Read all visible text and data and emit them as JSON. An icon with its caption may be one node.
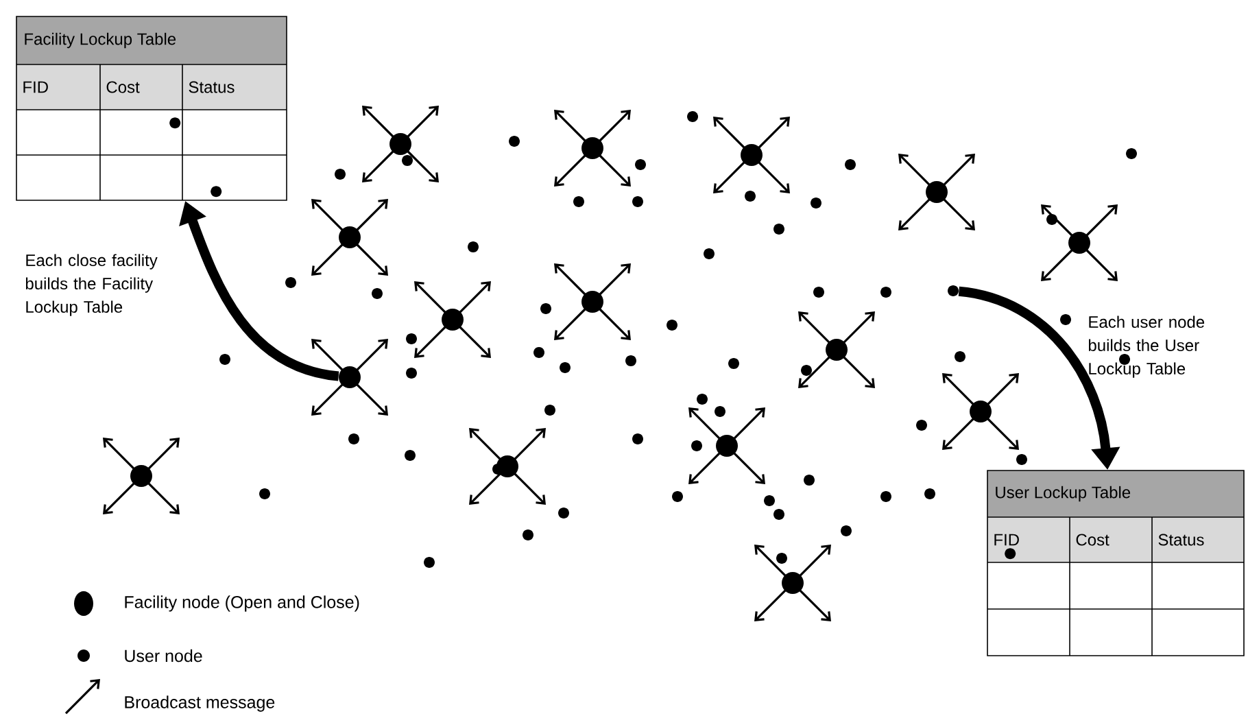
{
  "diagram": {
    "nodes": [
      {
        "text": [
          "Facility Lockup Table",
          "FID",
          "Cost",
          "Status"
        ]
      },
      {
        "text": [
          "User Lockup Table",
          "FID",
          "Cost",
          "Status"
        ]
      },
      {
        "text": [],
        "shape": "circle"
      },
      {
        "text": [],
        "shape": "circle",
        "in": 0
      },
      {
        "text": [],
        "shape": "circle",
        "in": 0
      },
      {
        "text": [],
        "shape": "circle"
      },
      {
        "text": [],
        "shape": "circle"
      },
      {
        "text": [],
        "shape": "circle"
      },
      {
        "text": [],
        "shape": "circle"
      },
      {
        "text": [],
        "shape": "circle"
      },
      {
        "text": [],
        "shape": "circle"
      },
      {
        "text": [],
        "shape": "circle"
      },
      {
        "text": [],
        "shape": "circle"
      },
      {
        "text": [],
        "shape": "circle"
      },
      {
        "text": [],
        "shape": "circle"
      },
      {
        "text": [],
        "shape": "circle"
      },
      {
        "text": [],
        "shape": "circle"
      },
      {
        "text": [],
        "shape": "circle"
      },
      {
        "text": [],
        "shape": "circle"
      },
      {
        "text": [],
        "shape": "circle"
      },
      {
        "text": [],
        "shape": "circle"
      },
      {
        "text": [],
        "shape": "circle"
      },
      {
        "text": [],
        "shape": "circle"
      },
      {
        "text": [],
        "shape": "circle"
      },
      {
        "text": [],
        "shape": "circle"
      },
      {
        "text": [],
        "shape": "circle"
      },
      {
        "text": [],
        "shape": "circle"
      },
      {
        "text": [],
        "shape": "circle"
      },
      {
        "text": [],
        "shape": "circle"
      },
      {
        "text": [],
        "shape": "circle"
      },
      {
        "text": [],
        "shape": "circle"
      },
      {
        "text": [],
        "shape": "circle"
      },
      {
        "text": [],
        "shape": "circle"
      },
      {
        "text": [],
        "shape": "circle"
      },
      {
        "text": [],
        "shape": "circle"
      },
      {
        "text": [],
        "shape": "circle"
      },
      {
        "text": [],
        "shape": "circle"
      },
      {
        "text": [],
        "shape": "circle"
      },
      {
        "text": [],
        "shape": "circle"
      },
      {
        "text": [],
        "shape": "circle"
      },
      {
        "text": [],
        "shape": "circle"
      },
      {
        "text": [],
        "shape": "circle"
      },
      {
        "text": [],
        "shape": "circle"
      },
      {
        "text": [],
        "shape": "circle"
      },
      {
        "text": [],
        "shape": "circle"
      },
      {
        "text": [],
        "shape": "circle"
      },
      {
        "text": [],
        "shape": "circle"
      },
      {
        "text": [],
        "shape": "circle"
      },
      {
        "text": [],
        "shape": "circle"
      },
      {
        "text": [],
        "shape": "circle"
      },
      {
        "text": [],
        "shape": "circle"
      },
      {
        "text": [],
        "shape": "circle"
      },
      {
        "text": [],
        "shape": "circle"
      },
      {
        "text": [],
        "shape": "circle"
      },
      {
        "text": [],
        "shape": "circle"
      },
      {
        "text": [],
        "shape": "circle"
      },
      {
        "text": [],
        "shape": "circle"
      },
      {
        "text": [],
        "shape": "circle"
      },
      {
        "text": [],
        "shape": "circle"
      },
      {
        "text": [],
        "shape": "circle"
      },
      {
        "text": [],
        "shape": "circle"
      },
      {
        "text": [],
        "shape": "circle"
      },
      {
        "text": [],
        "shape": "circle"
      },
      {
        "text": [],
        "shape": "circle"
      },
      {
        "text": [],
        "shape": "circle"
      },
      {
        "text": [],
        "shape": "circle"
      },
      {
        "text": [],
        "shape": "circle"
      },
      {
        "text": [],
        "shape": "circle"
      },
      {
        "text": [],
        "shape": "circle",
        "in": 1
      },
      {
        "text": [],
        "shape": "circle"
      },
      {
        "text": [],
        "shape": "circle"
      },
      {
        "text": [],
        "shape": "circle"
      },
      {
        "text": [],
        "shape": "circle"
      },
      {
        "text": [],
        "shape": "circle"
      },
      {
        "text": [],
        "shape": "circle"
      }
    ],
    "edges": [
      {
        "from": 10,
        "to": 0,
        "arrow": "to",
        "label": "Each close facility builds the Facility Lockup Table"
      },
      {
        "from": 65,
        "to": 1,
        "arrow": "to",
        "label": "Each user node builds the User Lockup Table"
      }
    ],
    "legend": [
      {
        "text": "Facility node (Open and Close)"
      },
      {
        "text": "User node"
      },
      {
        "text": "Broadcast message"
      }
    ]
  }
}
